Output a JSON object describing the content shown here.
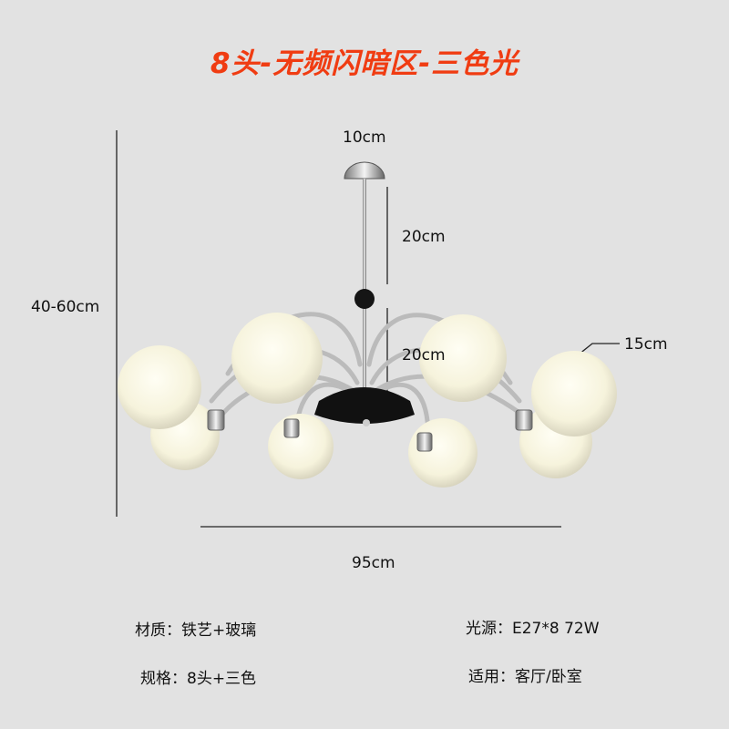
{
  "title": "8头-无频闪暗区-三色光",
  "dimensions": {
    "canopy": "10cm",
    "rod": "20cm",
    "arm": "20cm",
    "globe": "15cm",
    "height": "40-60cm",
    "width": "95cm"
  },
  "specs": {
    "material": "材质：铁艺+玻璃",
    "light_source": "光源：E27*8 72W",
    "spec": "规格：8头+三色",
    "usage": "适用：客厅/卧室"
  },
  "colors": {
    "title": "#f03c12",
    "background": "#e2e2e2"
  }
}
